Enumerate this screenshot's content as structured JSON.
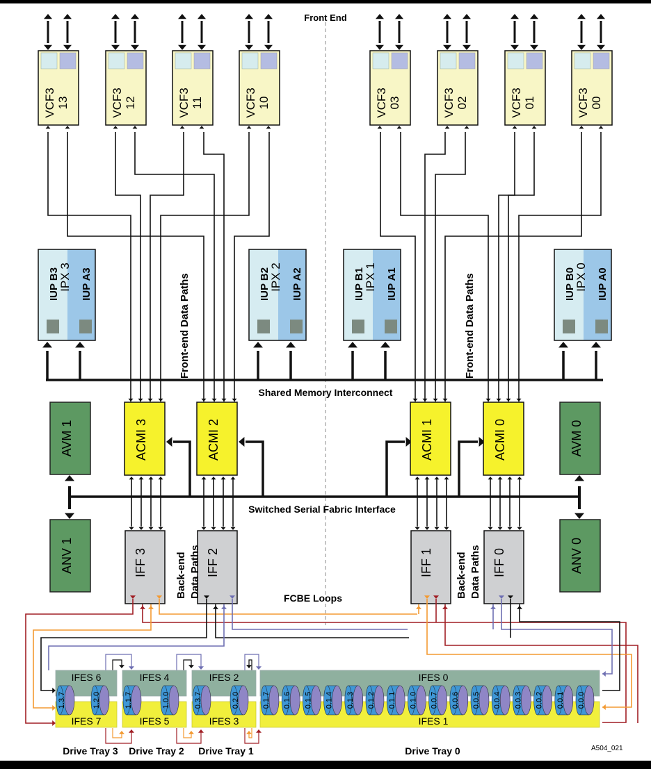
{
  "figure_id": "A504_021",
  "labels": {
    "front_end": "Front End",
    "front_end_paths_left": "Front-end Data Paths",
    "front_end_paths_right": "Front-end Data Paths",
    "shared_memory": "Shared Memory Interconnect",
    "switched_fabric": "Switched Serial Fabric Interface",
    "back_end_paths_left": [
      "Back-end",
      "Data Paths"
    ],
    "back_end_paths_right": [
      "Back-end",
      "Data Paths"
    ],
    "fcbe_loops": "FCBE Loops"
  },
  "vcf": [
    {
      "line1": "VCF3",
      "line2": "13"
    },
    {
      "line1": "VCF3",
      "line2": "12"
    },
    {
      "line1": "VCF3",
      "line2": "11"
    },
    {
      "line1": "VCF3",
      "line2": "10"
    },
    {
      "line1": "VCF3",
      "line2": "03"
    },
    {
      "line1": "VCF3",
      "line2": "02"
    },
    {
      "line1": "VCF3",
      "line2": "01"
    },
    {
      "line1": "VCF3",
      "line2": "00"
    }
  ],
  "ipx": [
    {
      "name": "IPX 3",
      "b": "IUP B3",
      "a": "IUP A3"
    },
    {
      "name": "IPX 2",
      "b": "IUP B2",
      "a": "IUP A2"
    },
    {
      "name": "IPX 1",
      "b": "IUP B1",
      "a": "IUP A1"
    },
    {
      "name": "IPX 0",
      "b": "IUP B0",
      "a": "IUP A0"
    }
  ],
  "acmi": [
    "ACMI 3",
    "ACMI 2",
    "ACMI 1",
    "ACMI 0"
  ],
  "iff": [
    "IFF 3",
    "IFF 2",
    "IFF 1",
    "IFF 0"
  ],
  "avm": [
    "AVM 1",
    "AVM 0"
  ],
  "anv": [
    "ANV 1",
    "ANV 0"
  ],
  "ifes": {
    "top": [
      "IFES 6",
      "IFES 4",
      "IFES 2",
      "IFES 0"
    ],
    "bottom": [
      "IFES 7",
      "IFES 5",
      "IFES 3",
      "IFES 1"
    ]
  },
  "drives": {
    "tray3": [
      "1.3.7",
      "1.2.0"
    ],
    "tray2": [
      "1.1.7",
      "1.0.0"
    ],
    "tray1": [
      "0.3.7",
      "0.2.0"
    ],
    "tray0": [
      "0.1.7",
      "0.1.6",
      "0.1.5",
      "0.1.4",
      "0.1.3",
      "0.1.2",
      "0.1.1",
      "0.1.0",
      "0.0.7",
      "0.0.6",
      "0.0.5",
      "0.0.4",
      "0.0.3",
      "0.0.2",
      "0.0.1",
      "0.0.0"
    ]
  },
  "trays": [
    "Drive Tray 3",
    "Drive Tray 2",
    "Drive Tray 1",
    "Drive Tray 0"
  ],
  "colors": {
    "vcf_fill": "#f8f6c6",
    "port_light": "#d6ecee",
    "port_blue": "#b4bce2",
    "ipx_light": "#d6ecf1",
    "ipx_blue": "#9cc7e8",
    "iup_port": "#7c8a80",
    "acmi_fill": "#f6f22c",
    "iff_fill": "#cfd0d2",
    "green_box": "#5d9962",
    "ifes_top": "#8fb09f",
    "ifes_bottom": "#f1ef3c",
    "drive_side": "#3f97d6",
    "drive_cap": "#8f86c6",
    "loop_red": "#a11f25",
    "loop_orange": "#f39a32",
    "loop_purple": "#6e6fb2",
    "loop_black": "#111111"
  }
}
